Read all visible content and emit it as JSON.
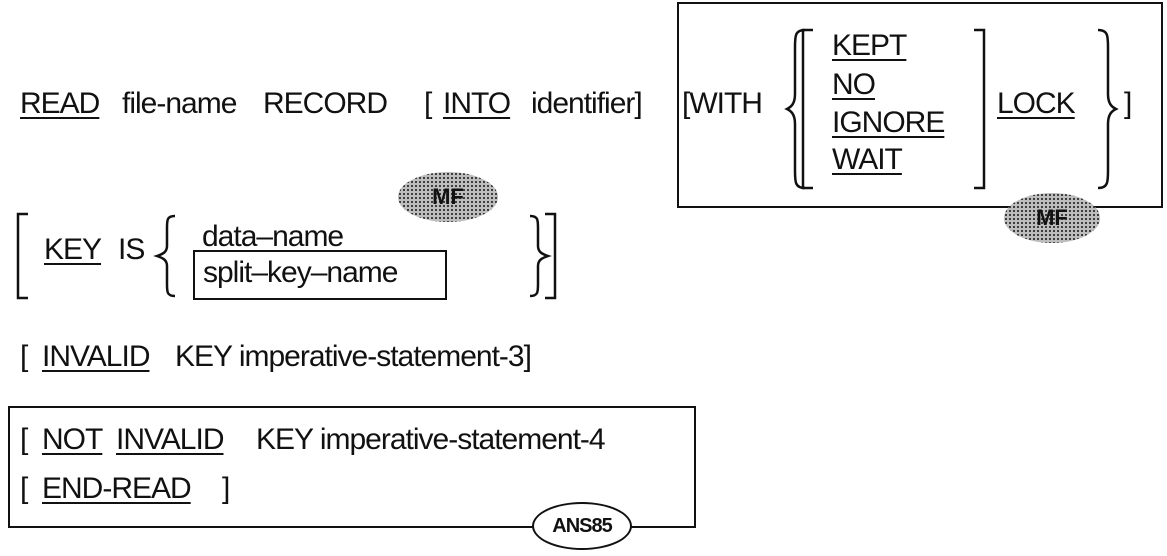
{
  "read_line": {
    "read_kw": "READ",
    "file_name": "file-name",
    "record": "RECORD",
    "open_bracket": "[",
    "into_kw": "INTO",
    "identifier": "identifier]",
    "with_bracket": "[WITH",
    "lock_options": [
      "KEPT",
      "NO",
      "IGNORE",
      "WAIT"
    ],
    "lock_kw": "LOCK",
    "close_bracket": "]"
  },
  "key_clause": {
    "key_kw": "KEY",
    "is": "IS",
    "options": [
      "data–name",
      "split–key–name"
    ]
  },
  "invalid_clause": {
    "open": "[",
    "invalid_kw": "INVALID",
    "rest": "KEY imperative-statement-3]"
  },
  "not_invalid_clause": {
    "open": "[",
    "not_kw": "NOT",
    "invalid_kw": "INVALID",
    "rest": "KEY imperative-statement-4"
  },
  "end_read": {
    "open": "[",
    "kw": "END-READ",
    "close": "]"
  },
  "badges": {
    "mf_key": "MF",
    "mf_lock": "MF",
    "ans85": "ANS85"
  },
  "colors": {
    "ink": "#111111",
    "background": "#ffffff",
    "badge_shade": "#bdbdbd"
  }
}
